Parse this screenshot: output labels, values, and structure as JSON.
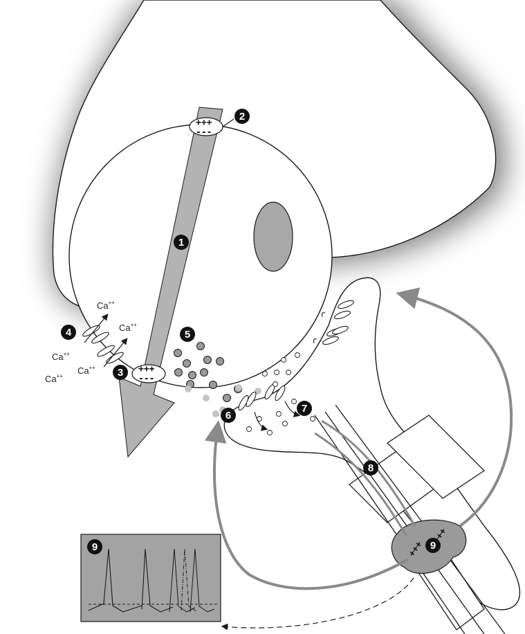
{
  "markers": [
    "1",
    "2",
    "3",
    "4",
    "5",
    "6",
    "7",
    "8",
    "9"
  ],
  "ions": {
    "label": "Ca",
    "charge": "++"
  },
  "membrane_charges": {
    "positive": "+++",
    "negative": "---"
  },
  "colors": {
    "shadow": "#7a7a7a",
    "arrow_fill": "#b3b3b3",
    "loop_arrow": "#8a8a8a",
    "vesicle": "#9a9a9a",
    "released_vesicle": "#c4c4c4",
    "inset_bg": "#a3a3a3",
    "outline": "#1a1a1a"
  },
  "inset": {
    "trace_count": 4,
    "threshold_line": "dashed"
  }
}
